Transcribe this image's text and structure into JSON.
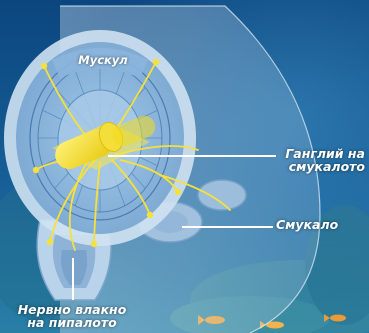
{
  "labels": {
    "muscle": "Мускул",
    "ganglion_line1": "Ганглий на",
    "ganglion_line2": "смукалото",
    "mouth": "Смукало",
    "nerve_line1": "Нервно влакно",
    "nerve_line2": "на пипалото"
  },
  "colors": {
    "ocean_top": "#0c4a82",
    "ocean_bottom": "#1f6f9e",
    "ganglion": "#f2dc1a",
    "nerve": "#f6e13a",
    "label_text": "#ffffff"
  }
}
